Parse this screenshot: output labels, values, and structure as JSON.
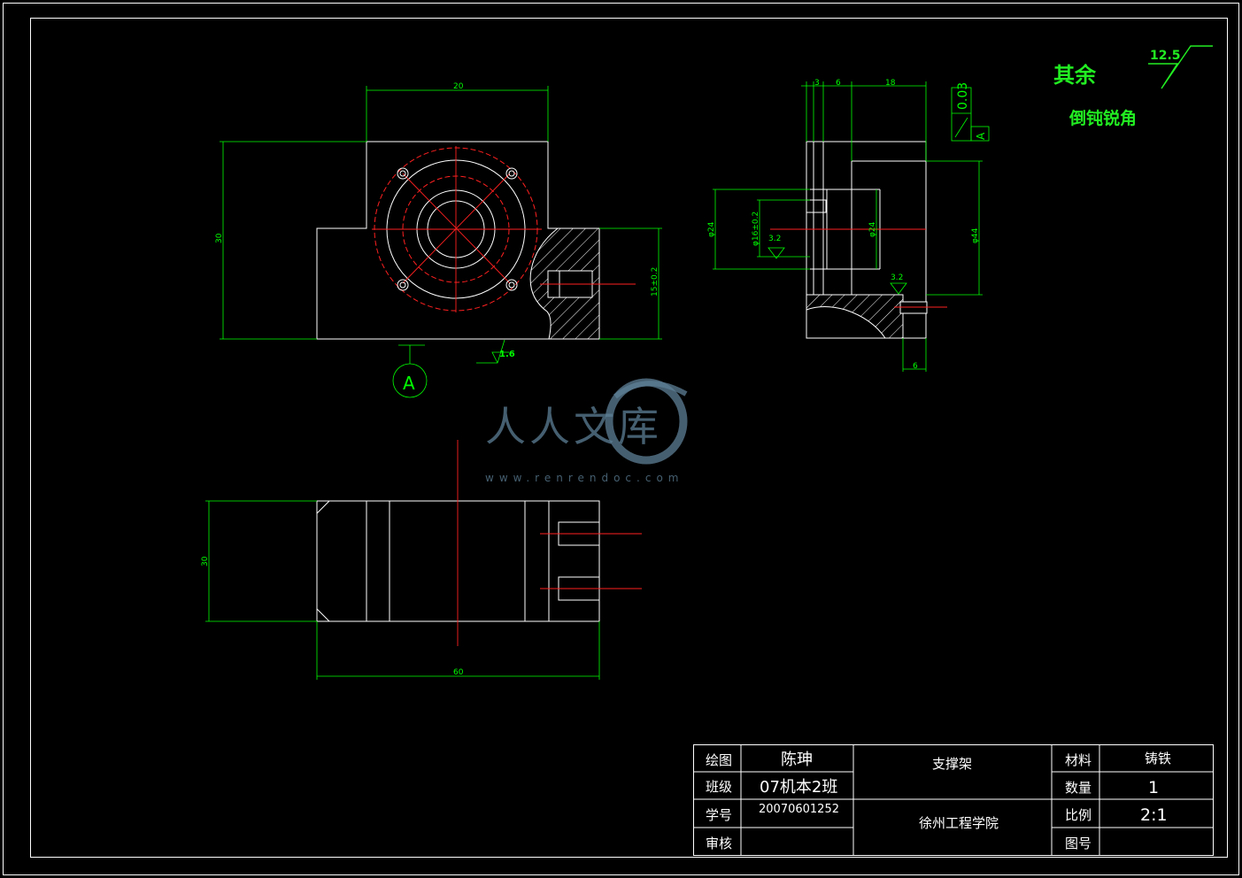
{
  "notes": {
    "roughness_other_label": "其余",
    "roughness_value": "12.5",
    "chamfer_note": "倒钝锐角"
  },
  "dimensions": {
    "front_width": "20",
    "front_height": "30",
    "hole_height": "15±0.2",
    "front_roughness": "1.6",
    "datum_label": "A",
    "side_top_3": "3",
    "side_top_6": "6",
    "side_top_18": "18",
    "side_dia_24": "φ24",
    "side_dia_16": "φ16±0.2",
    "side_dia_4": "φ24",
    "side_dia_44": "φ44",
    "side_rough_1": "3.2",
    "side_rough_2": "3.2",
    "side_bottom_6": "6",
    "tolerance_value": "0.03",
    "tolerance_datum": "A",
    "bottom_height": "30",
    "bottom_width": "60"
  },
  "watermark": {
    "text": "人人文库",
    "url": "www.renrendoc.com"
  },
  "title_block": {
    "drawn_label": "绘图",
    "drawn_value": "陈珅",
    "class_label": "班级",
    "class_value": "07机本2班",
    "student_id_label": "学号",
    "student_id_value": "20070601252",
    "review_label": "审核",
    "review_value": "",
    "part_name": "支撑架",
    "school": "徐州工程学院",
    "material_label": "材料",
    "material_value": "铸铁",
    "quantity_label": "数量",
    "quantity_value": "1",
    "scale_label": "比例",
    "scale_value": "2:1",
    "drawing_no_label": "图号",
    "drawing_no_value": ""
  }
}
